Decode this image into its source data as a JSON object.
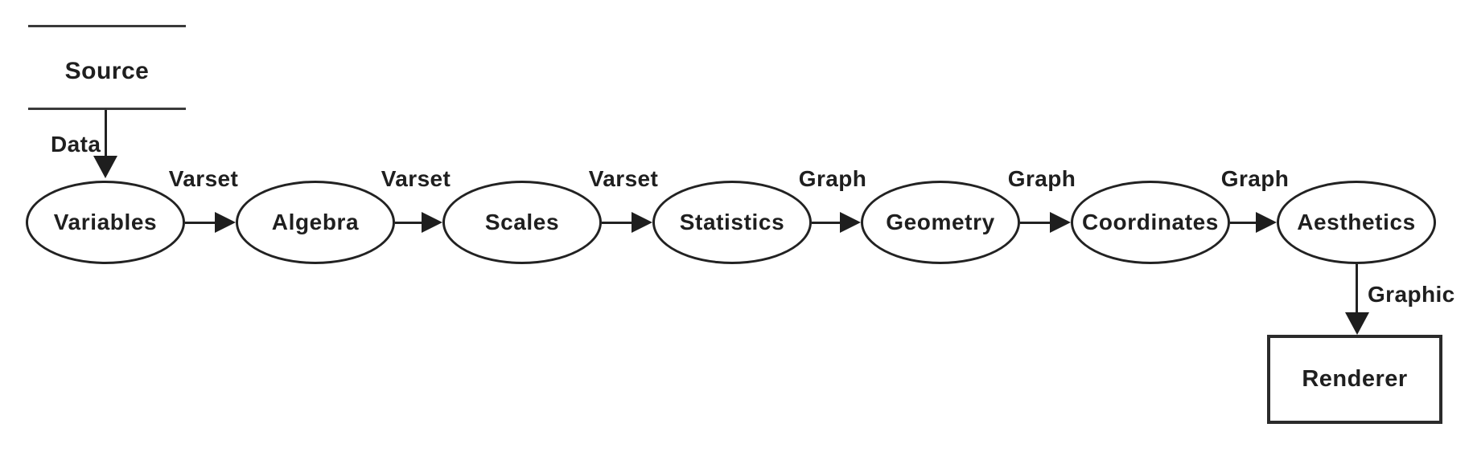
{
  "colors": {
    "ink": "#1f1f1f",
    "background": "#ffffff"
  },
  "source": {
    "label": "Source",
    "shape": "rule-bounded-text"
  },
  "nodes": [
    {
      "id": "variables",
      "label": "Variables",
      "shape": "ellipse"
    },
    {
      "id": "algebra",
      "label": "Algebra",
      "shape": "ellipse"
    },
    {
      "id": "scales",
      "label": "Scales",
      "shape": "ellipse"
    },
    {
      "id": "statistics",
      "label": "Statistics",
      "shape": "ellipse"
    },
    {
      "id": "geometry",
      "label": "Geometry",
      "shape": "ellipse"
    },
    {
      "id": "coordinates",
      "label": "Coordinates",
      "shape": "ellipse"
    },
    {
      "id": "aesthetics",
      "label": "Aesthetics",
      "shape": "ellipse"
    }
  ],
  "renderer": {
    "label": "Renderer",
    "shape": "rectangle"
  },
  "edges": [
    {
      "from": "source",
      "to": "variables",
      "label": "Data",
      "direction": "down"
    },
    {
      "from": "variables",
      "to": "algebra",
      "label": "Varset",
      "direction": "right"
    },
    {
      "from": "algebra",
      "to": "scales",
      "label": "Varset",
      "direction": "right"
    },
    {
      "from": "scales",
      "to": "statistics",
      "label": "Varset",
      "direction": "right"
    },
    {
      "from": "statistics",
      "to": "geometry",
      "label": "Graph",
      "direction": "right"
    },
    {
      "from": "geometry",
      "to": "coordinates",
      "label": "Graph",
      "direction": "right"
    },
    {
      "from": "coordinates",
      "to": "aesthetics",
      "label": "Graph",
      "direction": "right"
    },
    {
      "from": "aesthetics",
      "to": "renderer",
      "label": "Graphic",
      "direction": "down"
    }
  ]
}
